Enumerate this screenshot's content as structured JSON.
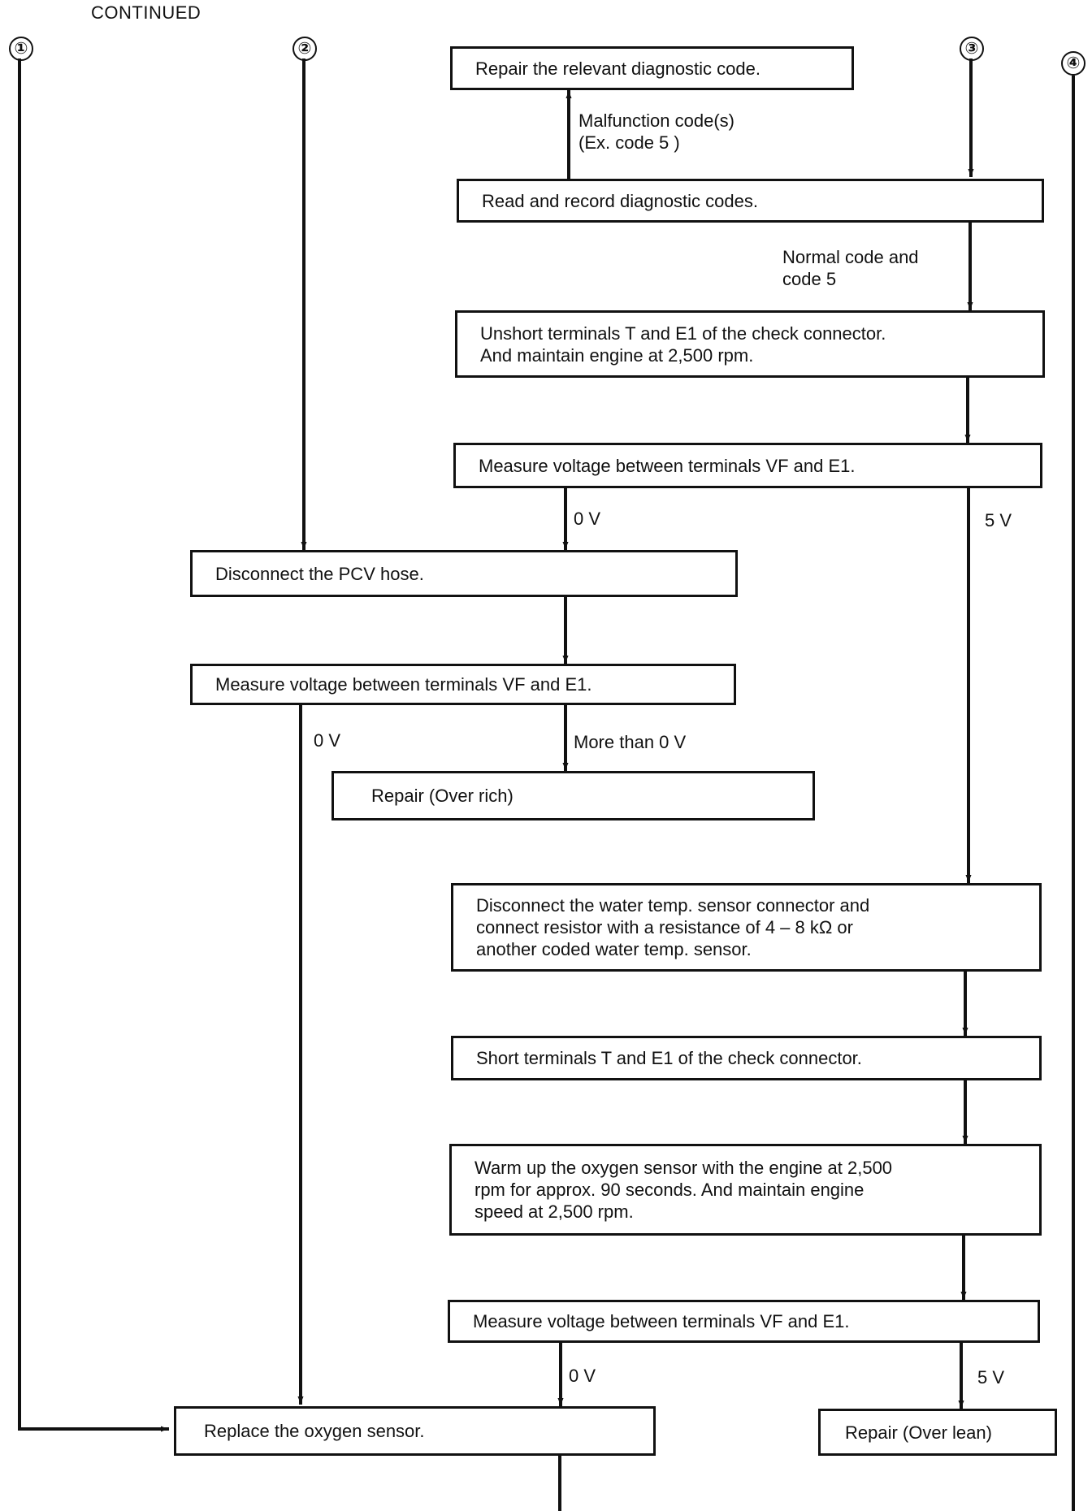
{
  "header": {
    "continued": "CONTINUED"
  },
  "markers": [
    "①",
    "②",
    "③",
    "④"
  ],
  "boxes": {
    "repair_code": "Repair the relevant diagnostic code.",
    "read_codes": "Read and record diagnostic codes.",
    "unshort": "Unshort terminals T and E1 of the check connector.\nAnd maintain engine at 2,500 rpm.",
    "measure1": "Measure voltage between terminals VF and E1.",
    "disconnect_pcv": "Disconnect the PCV hose.",
    "measure2": "Measure voltage between terminals VF and E1.",
    "repair_rich": "Repair (Over rich)",
    "disconnect_water": "Disconnect the water temp. sensor connector and\nconnect resistor with a resistance of 4 – 8 kΩ or\nanother coded water temp. sensor.",
    "short_terminals": "Short terminals T and E1 of the check connector.",
    "warm_up": "Warm up the oxygen sensor with the engine at 2,500\nrpm for approx. 90 seconds.  And maintain engine\nspeed at 2,500 rpm.",
    "measure3": "Measure voltage between terminals VF and E1.",
    "replace_sensor": "Replace the oxygen sensor.",
    "repair_lean": "Repair (Over lean)"
  },
  "labels": {
    "malfunction": "Malfunction code(s)\n(Ex. code 5 )",
    "normal": "Normal code and\ncode 5",
    "m1_0v": "0 V",
    "m1_5v": "5 V",
    "m2_0v": "0 V",
    "m2_more": "More than 0 V",
    "m3_0v": "0 V",
    "m3_5v": "5 V"
  }
}
